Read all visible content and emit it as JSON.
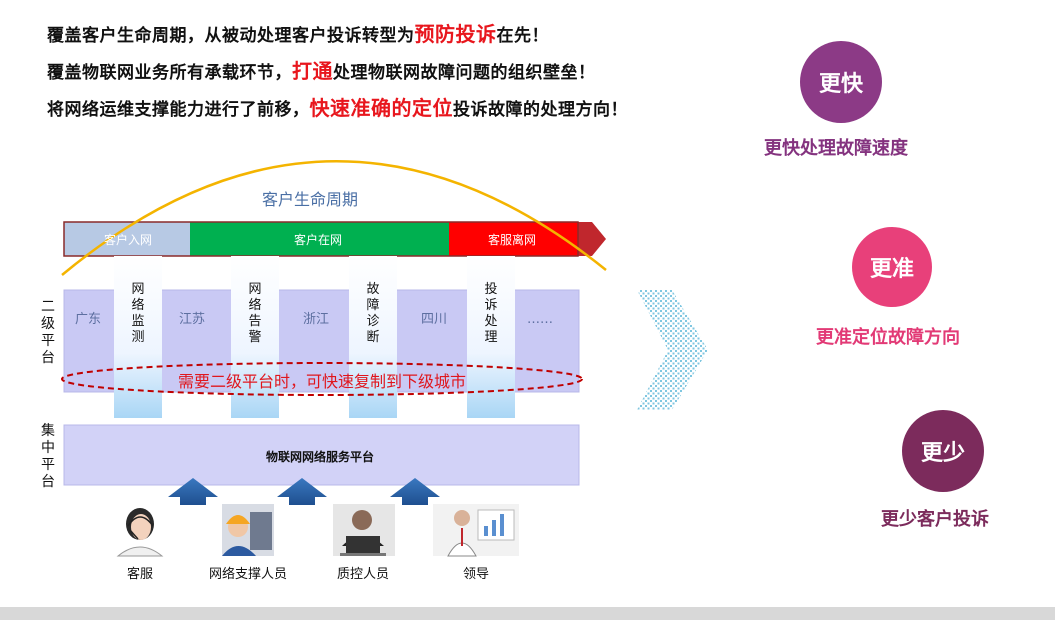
{
  "headlines": [
    {
      "pre": "覆盖客户生命周期，从被动处理客户投诉转型为",
      "em": "预防投诉",
      "post": "在先！"
    },
    {
      "pre": "覆盖物联网业务所有承载环节，",
      "em": "打通",
      "post": "处理物联网故障问题的组织壁垒！"
    },
    {
      "pre": "将网络运维支撑能力进行了前移，",
      "em": "快速准确的定位",
      "post": "投诉故障的处理方向！"
    }
  ],
  "diagram": {
    "lifecycle_title": "客户生命周期",
    "stages": [
      "客户入网",
      "客户在网",
      "客服离网"
    ],
    "stage_colors": [
      "#b7c9e4",
      "#00b050",
      "#ff0000"
    ],
    "provinces": [
      "广东",
      "江苏",
      "浙江",
      "四川",
      "……"
    ],
    "functions": [
      "网络监测",
      "网络告警",
      "故障诊断",
      "投诉处理"
    ],
    "level2_label": "二级平台",
    "central_label": "集中平台",
    "replicate_note": "需要二级平台时，可快速复制到下级城市",
    "central_platform": "物联网网络服务平台",
    "users": [
      "客服",
      "网络支撑人员",
      "质控人员",
      "领导"
    ]
  },
  "results": [
    {
      "circle": "更快",
      "label": "更快处理故障速度",
      "color": "#8c3a86"
    },
    {
      "circle": "更准",
      "label": "更准定位故障方向",
      "color": "#e8407a"
    },
    {
      "circle": "更少",
      "label": "更少客户投诉",
      "color": "#7c2b5c"
    }
  ]
}
